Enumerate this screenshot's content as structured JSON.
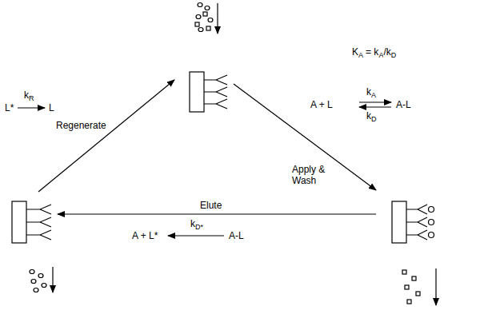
{
  "diagram": {
    "labels": [
      "K",
      "A",
      "= k",
      "A",
      "/k",
      "D",
      "k",
      "A",
      "A + L",
      "A-L",
      "k",
      "D",
      "k",
      "D*",
      "A + L*",
      "A-L",
      "L*",
      "k",
      "R",
      "L",
      "Regenerate",
      "Apply & Wash",
      "Elute"
    ]
  }
}
